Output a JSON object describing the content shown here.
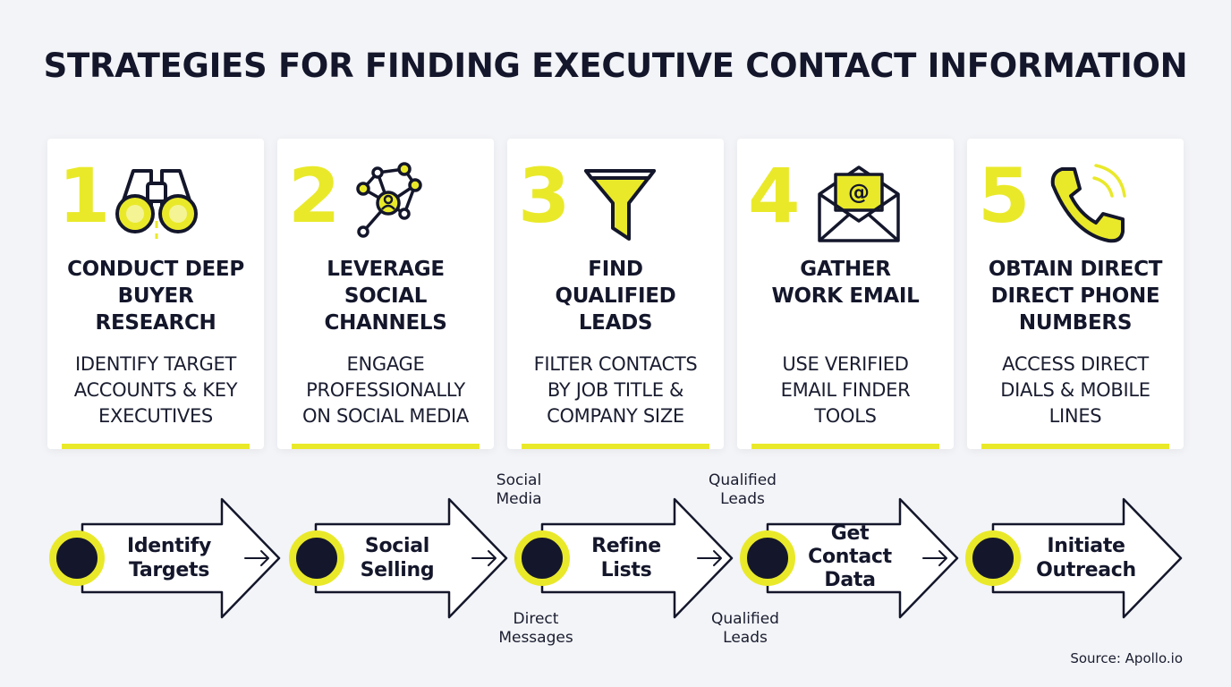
{
  "title": "STRATEGIES FOR FINDING EXECUTIVE CONTACT INFORMATION",
  "colors": {
    "accent": "#e9e92a",
    "dark": "#14172b",
    "background": "#f3f4f7",
    "card": "#ffffff"
  },
  "cards": [
    {
      "number": "1",
      "icon": "binoculars-icon",
      "heading": [
        "CONDUCT DEEP",
        "BUYER",
        "RESEARCH"
      ],
      "description": [
        "IDENTIFY TARGET",
        "ACCOUNTS & KEY",
        "EXECUTIVES"
      ]
    },
    {
      "number": "2",
      "icon": "network-icon",
      "heading": [
        "LEVERAGE",
        "SOCIAL",
        "CHANNELS"
      ],
      "description": [
        "ENGAGE",
        "PROFESSIONALLY",
        "ON SOCIAL MEDIA"
      ]
    },
    {
      "number": "3",
      "icon": "funnel-icon",
      "heading": [
        "FIND",
        "QUALIFIED",
        "LEADS"
      ],
      "description": [
        "FILTER CONTACTS",
        "BY JOB TITLE &",
        "COMPANY SIZE"
      ]
    },
    {
      "number": "4",
      "icon": "email-envelope-icon",
      "heading": [
        "GATHER",
        "WORK EMAIL"
      ],
      "description": [
        "USE VERIFIED",
        "EMAIL FINDER",
        "TOOLS"
      ]
    },
    {
      "number": "5",
      "icon": "phone-icon",
      "heading": [
        "OBTAIN DIRECT",
        "DIRECT PHONE",
        "NUMBERS"
      ],
      "description": [
        "ACCESS DIRECT",
        "DIALS & MOBILE",
        "LINES"
      ]
    }
  ],
  "flow": {
    "steps": [
      [
        "Identify",
        "Targets"
      ],
      [
        "Social",
        "Selling"
      ],
      [
        "Refine",
        "Lists"
      ],
      [
        "Get",
        "Contact",
        "Data"
      ],
      [
        "Initiate",
        "Outreach"
      ]
    ],
    "notes_above": [
      {
        "between": "2-3",
        "lines": [
          "Social",
          "Media"
        ]
      },
      {
        "between": "3-4",
        "lines": [
          "Qualified",
          "Leads"
        ]
      }
    ],
    "notes_below": [
      {
        "between": "2-3",
        "lines": [
          "Direct",
          "Messages"
        ]
      },
      {
        "between": "3-4",
        "lines": [
          "Qualified",
          "Leads"
        ]
      }
    ]
  },
  "source": "Source: Apollo.io"
}
